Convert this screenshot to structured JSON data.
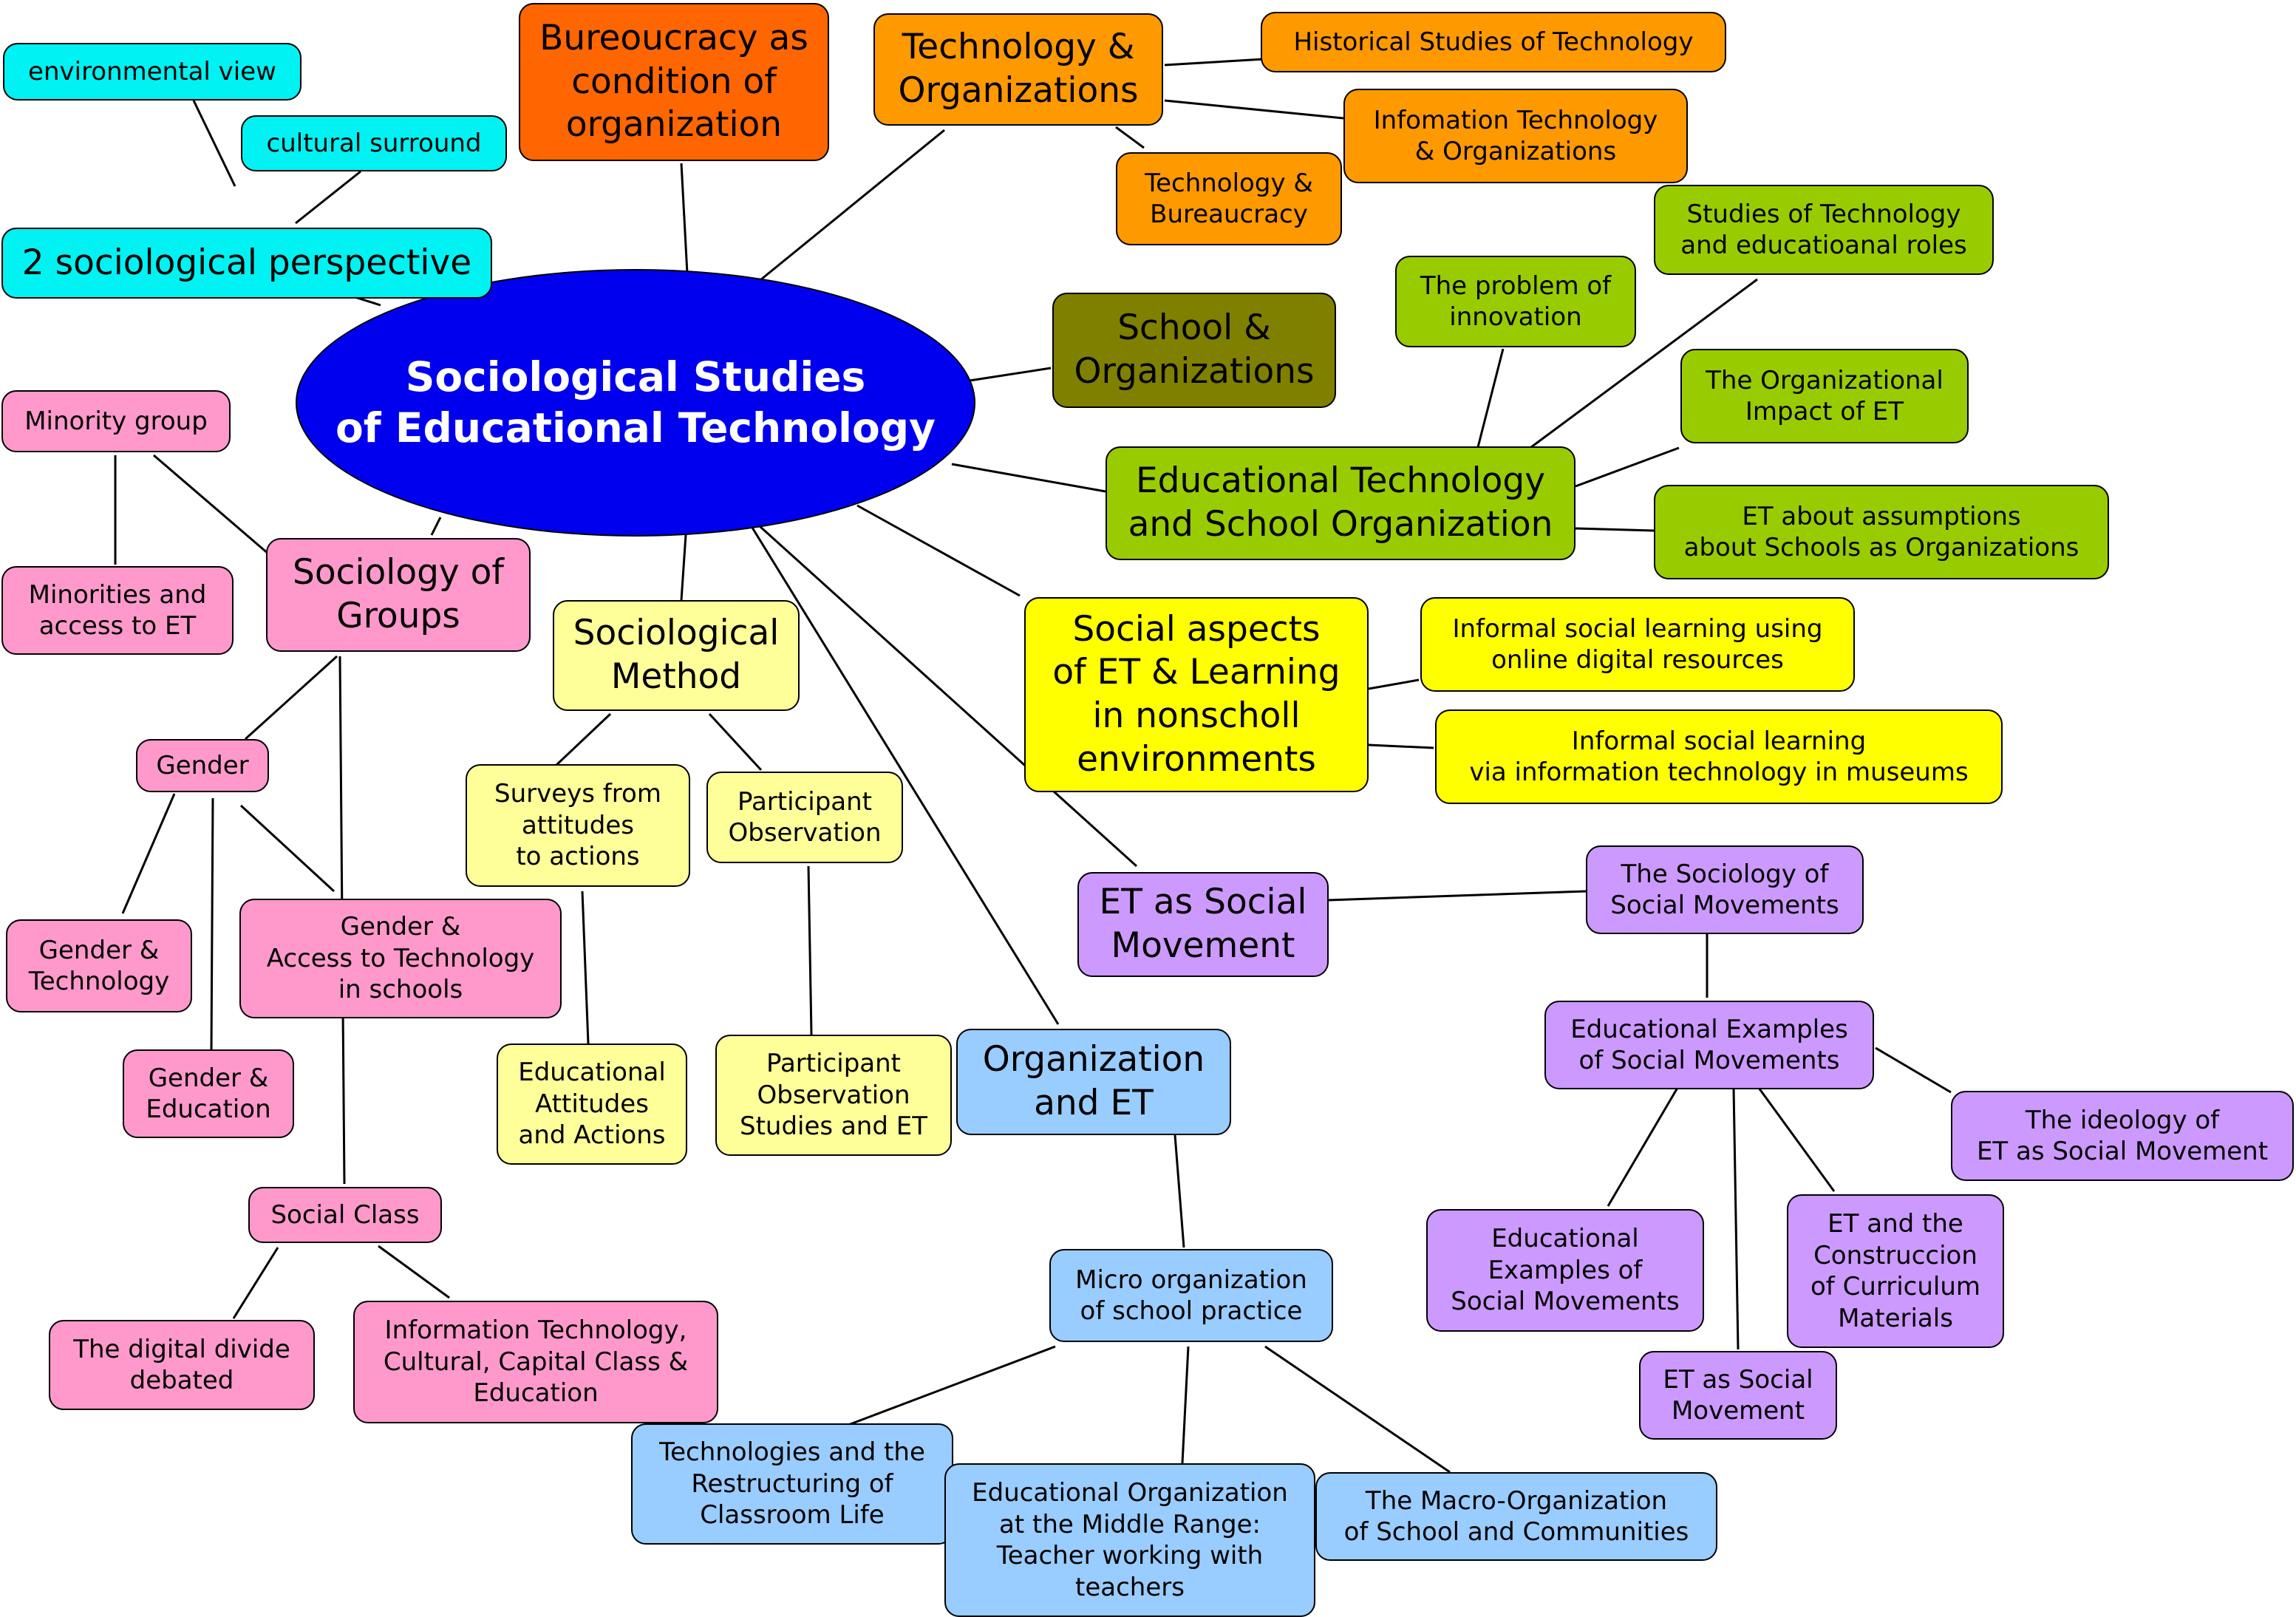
{
  "colors": {
    "center": "#0000ee",
    "cyan": "#00f2f2",
    "orange_dark": "#ff6600",
    "orange": "#ff9900",
    "olive": "#808000",
    "green": "#99cc00",
    "yellow": "#ffff00",
    "pale_yellow": "#ffff99",
    "pink": "#ff99cc",
    "purple": "#cc99ff",
    "light_blue": "#99ccff"
  },
  "nodes": {
    "center": {
      "label": "Sociological Studies\nof  Educational Technology",
      "color": "center"
    },
    "environmental_view": {
      "label": "environmental view",
      "color": "cyan"
    },
    "cultural_surround": {
      "label": "cultural surround",
      "color": "cyan"
    },
    "two_perspective": {
      "label": "2 sociological perspective",
      "color": "cyan"
    },
    "bureaucracy": {
      "label": "Bureoucracy as\ncondition of\norganization",
      "color": "orange_dark"
    },
    "tech_orgs": {
      "label": "Technology &\nOrganizations",
      "color": "orange"
    },
    "historical": {
      "label": "Historical Studies of Technology",
      "color": "orange"
    },
    "info_tech_orgs": {
      "label": "Infomation Technology\n& Organizations",
      "color": "orange"
    },
    "tech_bureaucracy": {
      "label": "Technology &\nBureaucracy",
      "color": "orange"
    },
    "school_orgs": {
      "label": "School &\nOrganizations",
      "color": "olive"
    },
    "studies_tech_roles": {
      "label": "Studies of Technology\nand educatioanal roles",
      "color": "green"
    },
    "problem_innovation": {
      "label": "The problem of\ninnovation",
      "color": "green"
    },
    "org_impact": {
      "label": "The Organizational\nImpact of ET",
      "color": "green"
    },
    "et_school_org": {
      "label": "Educational Technology\nand School Organization",
      "color": "green"
    },
    "et_assumptions": {
      "label": "ET about  assumptions\nabout Schools as Organizations",
      "color": "green"
    },
    "social_aspects": {
      "label": "Social aspects\nof ET & Learning\nin nonscholl\nenvironments",
      "color": "yellow"
    },
    "informal_online": {
      "label": "Informal social learning using\nonline digital resources",
      "color": "yellow"
    },
    "informal_museums": {
      "label": "Informal social learning\nvia information technology in museums",
      "color": "yellow"
    },
    "sociological_method": {
      "label": "Sociological\nMethod",
      "color": "pale_yellow"
    },
    "surveys": {
      "label": "Surveys from\nattitudes\nto actions",
      "color": "pale_yellow"
    },
    "participant_obs": {
      "label": "Participant\nObservation",
      "color": "pale_yellow"
    },
    "edu_attitudes": {
      "label": "Educational\nAttitudes\nand Actions",
      "color": "pale_yellow"
    },
    "participant_obs_studies": {
      "label": "Participant\nObservation\nStudies and ET",
      "color": "pale_yellow"
    },
    "minority_group": {
      "label": "Minority group",
      "color": "pink"
    },
    "minorities_access": {
      "label": "Minorities and\naccess to ET",
      "color": "pink"
    },
    "sociology_groups": {
      "label": "Sociology of\nGroups",
      "color": "pink"
    },
    "gender": {
      "label": "Gender",
      "color": "pink"
    },
    "gender_tech": {
      "label": "Gender &\nTechnology",
      "color": "pink"
    },
    "gender_access": {
      "label": "Gender &\nAccess to Technology\nin schools",
      "color": "pink"
    },
    "gender_education": {
      "label": "Gender &\nEducation",
      "color": "pink"
    },
    "social_class": {
      "label": "Social Class",
      "color": "pink"
    },
    "digital_divide": {
      "label": "The digital divide\ndebated",
      "color": "pink"
    },
    "info_tech_cultural": {
      "label": "Information Technology,\nCultural, Capital Class &\nEducation",
      "color": "pink"
    },
    "et_social_movement": {
      "label": "ET as Social\nMovement",
      "color": "purple"
    },
    "sociology_movements": {
      "label": "The Sociology of\nSocial Movements",
      "color": "purple"
    },
    "edu_examples_a": {
      "label": "Educational Examples\nof Social Movements",
      "color": "purple"
    },
    "ideology": {
      "label": "The ideology of\nET as Social Movement",
      "color": "purple"
    },
    "edu_examples_b": {
      "label": "Educational\nExamples of\nSocial Movements",
      "color": "purple"
    },
    "construccion": {
      "label": "ET and the\nConstruccion\nof Curriculum\nMaterials",
      "color": "purple"
    },
    "et_social_movement_small": {
      "label": "ET as Social\nMovement",
      "color": "purple"
    },
    "organization_et": {
      "label": "Organization\nand ET",
      "color": "light_blue"
    },
    "micro_org": {
      "label": "Micro organization\nof school practice",
      "color": "light_blue"
    },
    "tech_restructuring": {
      "label": "Technologies and the\nRestructuring of\nClassroom Life",
      "color": "light_blue"
    },
    "middle_range": {
      "label": "Educational Organization\nat the Middle Range:\nTeacher working with\nteachers",
      "color": "light_blue"
    },
    "macro_org": {
      "label": "The Macro-Organization\nof School and Communities",
      "color": "light_blue"
    }
  }
}
